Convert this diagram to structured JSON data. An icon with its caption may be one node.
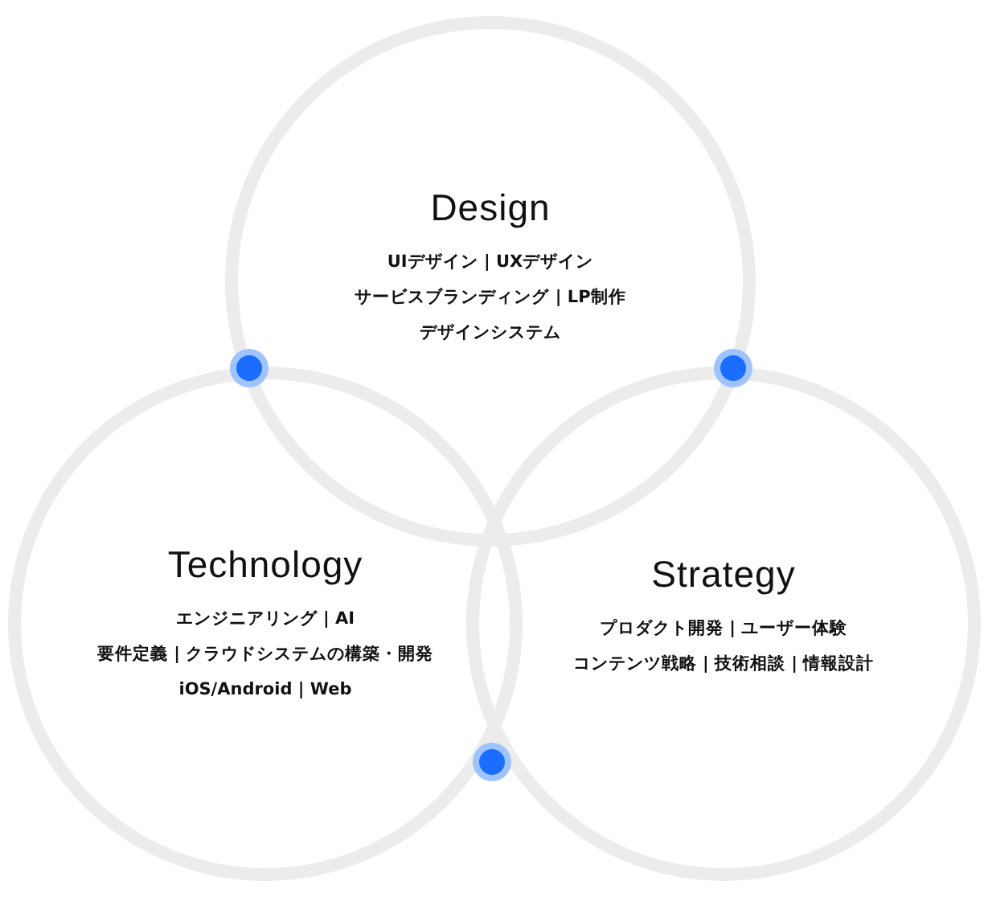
{
  "diagram": {
    "nodes": [
      {
        "text": [
          "Design",
          "UIデザイン | UXデザイン",
          "サービスブランディング | LP制作",
          "デザインシステム"
        ]
      },
      {
        "text": [
          "Technology",
          "エンジニアリング | AI",
          "要件定義 | クラウドシステムの構築・開発",
          "iOS/Android | Web"
        ]
      },
      {
        "text": [
          "Strategy",
          "プロダクト開発 | ユーザー体験",
          "コンテンツ戦略 | 技術相談 | 情報設計"
        ]
      }
    ]
  }
}
